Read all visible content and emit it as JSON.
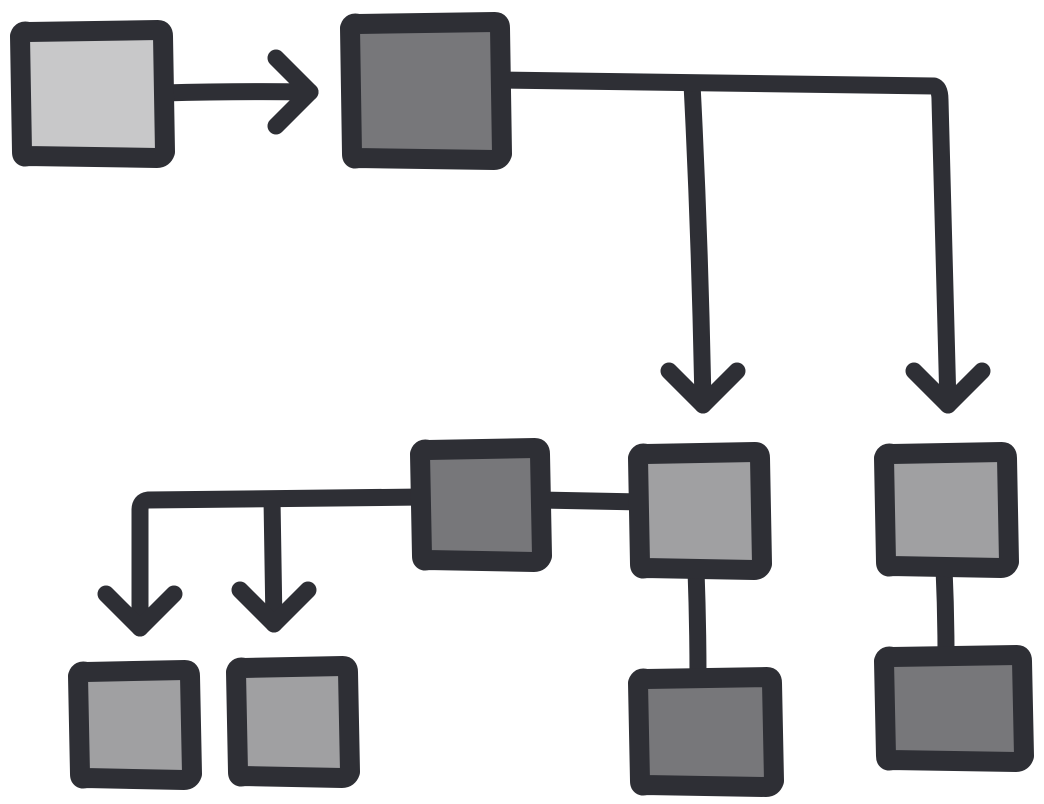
{
  "diagram": {
    "style": "hand-drawn flowchart",
    "colors": {
      "stroke": "#2e2f35",
      "background": "#ffffff",
      "node_light": "#c8c8c9",
      "node_mid": "#a0a0a2",
      "node_dark": "#77777a"
    },
    "nodes": [
      {
        "id": "n1",
        "shade": "light"
      },
      {
        "id": "n2",
        "shade": "dark"
      },
      {
        "id": "n3",
        "shade": "dark"
      },
      {
        "id": "n4",
        "shade": "mid"
      },
      {
        "id": "n5",
        "shade": "mid"
      },
      {
        "id": "n6",
        "shade": "mid"
      },
      {
        "id": "n7",
        "shade": "mid"
      },
      {
        "id": "n8",
        "shade": "dark"
      },
      {
        "id": "n9",
        "shade": "dark"
      }
    ],
    "edges": [
      {
        "from": "n1",
        "to": "n2",
        "arrow": true
      },
      {
        "from": "n2",
        "to": "n4",
        "arrow": true
      },
      {
        "from": "n2",
        "to": "n5",
        "arrow": true
      },
      {
        "from": "n3",
        "to": "n4",
        "arrow": false
      },
      {
        "from": "n3",
        "to": "n6",
        "arrow": true
      },
      {
        "from": "n3",
        "to": "n7",
        "arrow": true
      },
      {
        "from": "n4",
        "to": "n8",
        "arrow": false
      },
      {
        "from": "n5",
        "to": "n9",
        "arrow": false
      }
    ]
  }
}
